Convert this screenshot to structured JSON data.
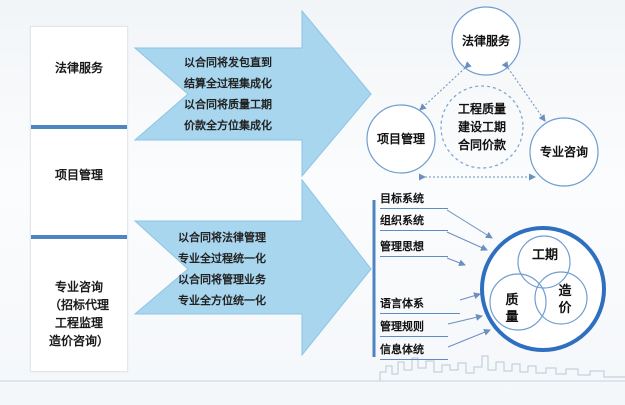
{
  "left_panel": {
    "legal_service": "法律服务",
    "project_management": "项目管理",
    "consulting": "专业咨询\n（招标代理\n工程监理\n造价咨询）"
  },
  "arrow_top": {
    "text": "以合同将发包直到\n结算全过程集成化\n以合同将质量工期\n价款全方位集成化"
  },
  "arrow_bottom": {
    "text": "以合同将法律管理\n专业全过程统一化\n以合同将管理业务\n专业全方位统一化"
  },
  "triangle": {
    "top": "法律服务",
    "left": "项目管理",
    "right": "专业咨询",
    "center": "工程质量\n建设工期\n合同价款"
  },
  "systems": [
    "目标系统",
    "组织系统",
    "管理思想",
    "语言体系",
    "管理规则",
    "信息体统"
  ],
  "venn": {
    "schedule": "工期",
    "quality": "质\n量",
    "cost": "造\n价"
  },
  "colors": {
    "arrow_fill": "#a9d6ef",
    "accent_blue": "#4f84c2",
    "ring_blue": "#2f6fc0"
  }
}
